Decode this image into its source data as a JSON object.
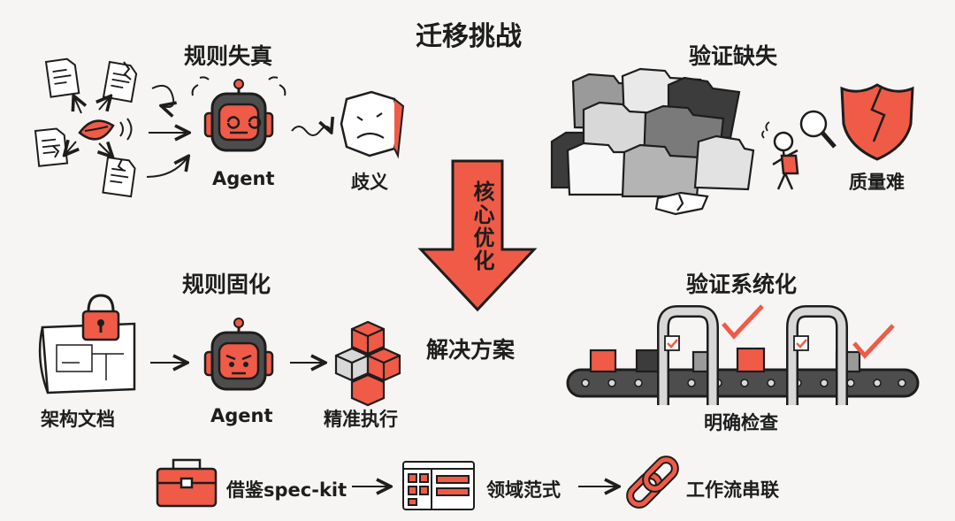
{
  "title": "迁移挑战",
  "challenges": {
    "rule_distortion": {
      "heading": "规则失真",
      "agent_label": "Agent",
      "result_label": "歧义"
    },
    "verification_missing": {
      "heading": "验证缺失",
      "result_label": "质量难"
    }
  },
  "center_arrow": {
    "label": "核心优化",
    "result": "解决方案",
    "color": "#ef5b47"
  },
  "solutions": {
    "rule_solidification": {
      "heading": "规则固化",
      "steps": [
        "架构文档",
        "Agent",
        "精准执行"
      ]
    },
    "verification_systematic": {
      "heading": "验证系统化",
      "label": "明确检查"
    }
  },
  "bottom_flow": [
    "借鉴spec-kit",
    "领域范式",
    "工作流串联"
  ],
  "icons": {
    "docs": "scattered-documents-icon",
    "mouth": "speaking-mouth-icon",
    "robot": "robot-agent-icon",
    "paper": "crumpled-paper-icon",
    "folders": "folder-pile-icon",
    "person": "magnifier-person-icon",
    "shield": "broken-shield-icon",
    "blueprint": "locked-blueprint-icon",
    "cubes": "stacked-cubes-icon",
    "conveyor": "conveyor-checkpoint-icon",
    "toolbox": "toolbox-icon",
    "layout": "layout-template-icon",
    "chain": "chain-link-icon"
  },
  "colors": {
    "accent": "#ef5b47",
    "ink": "#1d1d1d",
    "gray": "#9a9a9a"
  }
}
